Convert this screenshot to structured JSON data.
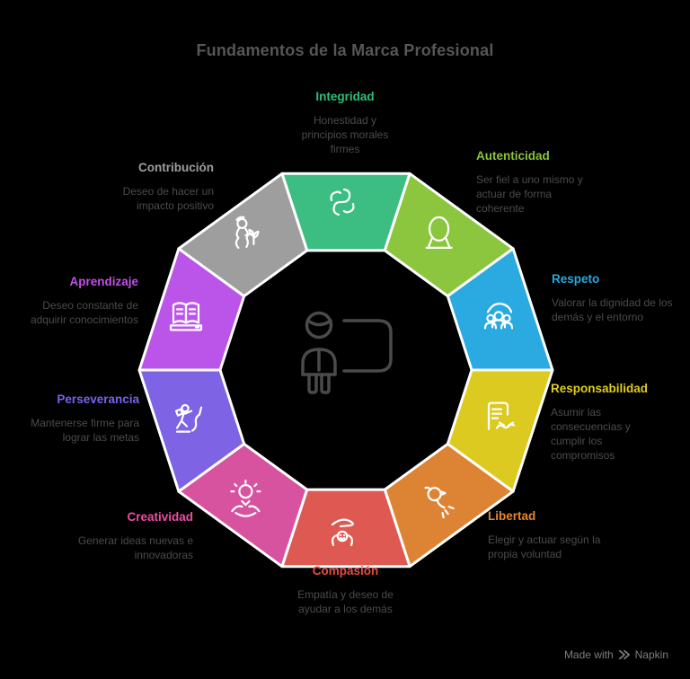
{
  "title": "Fundamentos de la Marca Profesional",
  "colors": {
    "background": "#000000",
    "segment_stroke": "#ffffff",
    "title_text": "#565656",
    "description_text": "#4b4b4b",
    "center_icon": "#4a4a4a",
    "footer_text": "#7e7e7e"
  },
  "center": {
    "icon": "presenter-icon"
  },
  "segments": [
    {
      "id": "integridad",
      "label": "Integridad",
      "description": "Honestidad y principios morales firmes",
      "color": "#3cbd81",
      "label_color": "#2ebf7b",
      "icon": "integrity-icon"
    },
    {
      "id": "autenticidad",
      "label": "Autenticidad",
      "description": "Ser fiel a uno mismo y actuar de forma coherente",
      "color": "#8cc63f",
      "label_color": "#8ac43e",
      "icon": "authenticity-icon"
    },
    {
      "id": "respeto",
      "label": "Respeto",
      "description": "Valorar la dignidad de los demás y el entorno",
      "color": "#2baae1",
      "label_color": "#29a9e0",
      "icon": "respect-icon"
    },
    {
      "id": "responsabilidad",
      "label": "Responsabilidad",
      "description": "Asumir las consecuencias y cumplir los compromisos",
      "color": "#dcca20",
      "label_color": "#e0ce1b",
      "icon": "responsibility-icon"
    },
    {
      "id": "libertad",
      "label": "Libertad",
      "description": "Elegir y actuar según la propia voluntad",
      "color": "#dd8334",
      "label_color": "#e8862d",
      "icon": "freedom-icon"
    },
    {
      "id": "compasion",
      "label": "Compasión",
      "description": "Empatía y deseo de ayudar a los demás",
      "color": "#dd5951",
      "label_color": "#e74c44",
      "icon": "compassion-icon"
    },
    {
      "id": "creatividad",
      "label": "Creatividad",
      "description": "Generar ideas nuevas e innovadoras",
      "color": "#d8539f",
      "label_color": "#ee4da4",
      "icon": "creativity-icon"
    },
    {
      "id": "perseverancia",
      "label": "Perseverancia",
      "description": "Mantenerse firme para lograr las metas",
      "color": "#7e64e4",
      "label_color": "#7b61f0",
      "icon": "perseverance-icon"
    },
    {
      "id": "aprendizaje",
      "label": "Aprendizaje",
      "description": "Deseo constante de adquirir conocimientos",
      "color": "#bb55e9",
      "label_color": "#c14fe6",
      "icon": "learning-icon"
    },
    {
      "id": "contribucion",
      "label": "Contribución",
      "description": "Deseo de hacer un impacto positivo",
      "color": "#9e9e9e",
      "label_color": "#9e9e9e",
      "icon": "contribution-icon"
    }
  ],
  "footer": {
    "made_with_label": "Made with",
    "brand": "Napkin"
  }
}
